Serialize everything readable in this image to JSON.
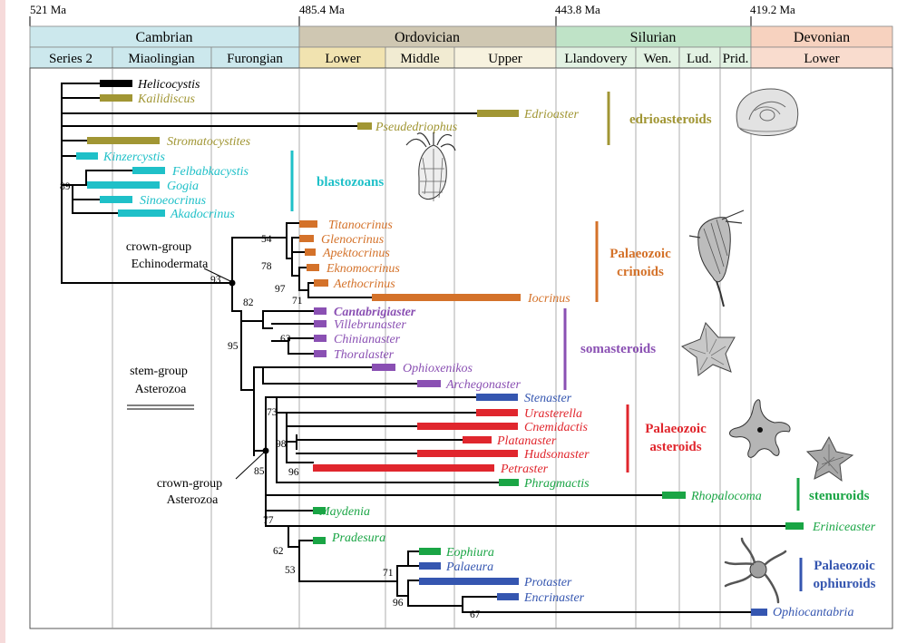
{
  "colors": {
    "cambrian": "#cce8ed",
    "ordovician_period": "#cfc7b2",
    "ordovician_lower": "#f1e3b0",
    "ordovician_middle": "#f1ebd2",
    "ordovician_upper": "#f7f2df",
    "silurian": "#bfe3c7",
    "silurian_stage": "#e2f2e3",
    "devonian": "#f7d2bf",
    "devonian_stage": "#f9dcce",
    "black": "#000000",
    "olive": "#a19634",
    "cyan": "#1fc0c8",
    "orange": "#d4722a",
    "purple": "#8a50b3",
    "red": "#e0262d",
    "green": "#1aa545",
    "blue": "#3556b0"
  },
  "ages": [
    "521 Ma",
    "485.4 Ma",
    "443.8 Ma",
    "419.2 Ma"
  ],
  "periods": [
    "Cambrian",
    "Ordovician",
    "Silurian",
    "Devonian"
  ],
  "stages": [
    "Series 2",
    "Miaolingian",
    "Furongian",
    "Lower",
    "Middle",
    "Upper",
    "Llandovery",
    "Wen.",
    "Lud.",
    "Prid.",
    "Lower"
  ],
  "taxa": [
    "Helicocystis",
    "Kailidiscus",
    "Edrioaster",
    "Pseudedriophus",
    "Stromatocystites",
    "Kinzercystis",
    "Felbabkacystis",
    "Gogia",
    "Sinoeocrinus",
    "Akadocrinus",
    "Titanocrinus",
    "Glenocrinus",
    "Apektocrinus",
    "Eknomocrinus",
    "Aethocrinus",
    "Iocrinus",
    "Cantabrigiaster",
    "Villebrunaster",
    "Chinianaster",
    "Thoralaster",
    "Ophioxenikos",
    "Archegonaster",
    "Stenaster",
    "Urasterella",
    "Cnemidactis",
    "Platanaster",
    "Hudsonaster",
    "Petraster",
    "Phragmactis",
    "Rhopalocoma",
    "Maydenia",
    "Eriniceaster",
    "Pradesura",
    "Eophiura",
    "Palaeura",
    "Protaster",
    "Encrinaster",
    "Ophiocantabria"
  ],
  "group_labels": [
    "edrioasteroids",
    "blastozoans",
    "Palaeozoic",
    "crinoids",
    "somasteroids",
    "Palaeozoic",
    "asteroids",
    "stenuroids",
    "Palaeozoic",
    "ophiuroids"
  ],
  "clade_labels": [
    "crown-group",
    "Echinodermata",
    "stem-group",
    "Asterozoa",
    "crown-group",
    "Asterozoa"
  ],
  "support_values": [
    "89",
    "54",
    "78",
    "97",
    "71",
    "93",
    "82",
    "63",
    "95",
    "73",
    "98",
    "96",
    "85",
    "77",
    "62",
    "53",
    "71",
    "96",
    "67"
  ]
}
